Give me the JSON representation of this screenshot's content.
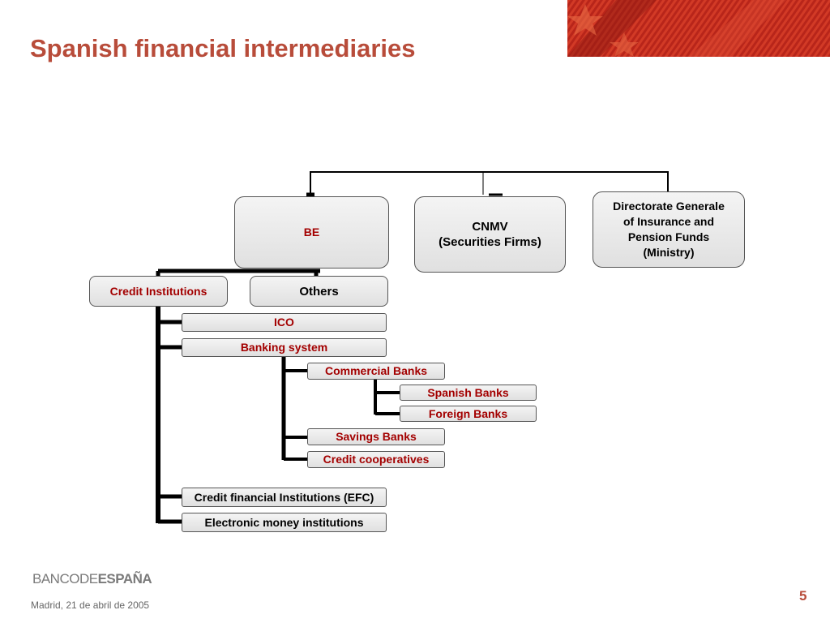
{
  "slide": {
    "title": "Spanish financial intermediaries",
    "page_number": "5",
    "footer_date": "Madrid,  21 de abril de 2005",
    "logo": {
      "part1": "BANCO",
      "part2": "DE",
      "part3": "ESPAÑA"
    }
  },
  "colors": {
    "title": "#b84c3a",
    "highlight_text": "#a30000",
    "flag_red": "#c0281a",
    "flag_star": "#e05030"
  },
  "diagram": {
    "supervisors": {
      "be": "BE",
      "cnmv_line1": "CNMV",
      "cnmv_line2": "(Securities Firms)",
      "dg_line1": "Directorate Generale",
      "dg_line2": "of Insurance and",
      "dg_line3": "Pension Funds",
      "dg_line4": "(Ministry)"
    },
    "be_children": {
      "credit_institutions": "Credit Institutions",
      "others": "Others"
    },
    "credit_institutions": {
      "ico": "ICO",
      "banking_system": "Banking system",
      "efc": "Credit financial Institutions (EFC)",
      "emi": "Electronic money institutions"
    },
    "banking_system": {
      "commercial_banks": "Commercial Banks",
      "savings_banks": "Savings Banks",
      "credit_cooperatives": "Credit cooperatives"
    },
    "commercial_banks": {
      "spanish_banks": "Spanish Banks",
      "foreign_banks": "Foreign Banks"
    }
  }
}
